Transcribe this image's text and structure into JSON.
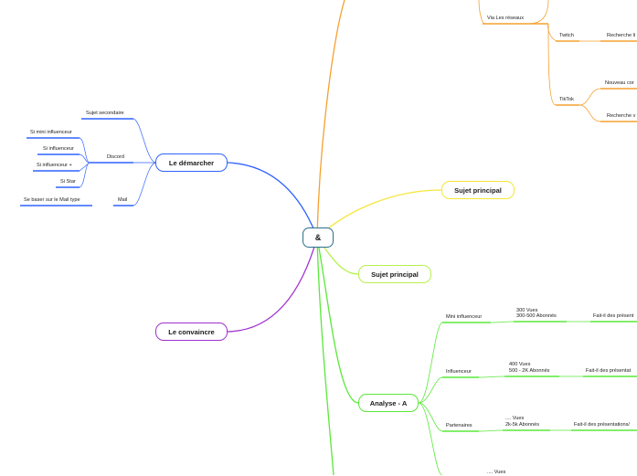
{
  "colors": {
    "blue": "#2f63ff",
    "purple": "#a030d0",
    "yellow": "#f5e63a",
    "yellowgreen": "#b8f050",
    "green": "#5ae83a",
    "orange": "#f5a030",
    "blue_line": "#2f63ff"
  },
  "center": {
    "label": "&"
  },
  "main_nodes": {
    "demarcher": "Le démarcher",
    "convaincre": "Le convaincre",
    "sujet1": "Sujet principal",
    "sujet2": "Sujet principal",
    "analyse": "Analyse - A"
  },
  "demarcher_branch": {
    "sujet_secondaire": "Sujet secondaire",
    "discord": "Discord",
    "mail": "Mail",
    "discord_items": [
      "Si mini influenceur",
      "Si influenceur",
      "Si influenceur +",
      "Si Star"
    ],
    "mail_item": "Se baser sur le Mail type"
  },
  "orange_branch": {
    "via_reseaux": "Via Les réseaux",
    "twitch": "Twitch",
    "twitch_child": "Recherche li",
    "tiktok": "TikTok",
    "tiktok_child1": "Nouveau cor",
    "tiktok_child2": "Recherche v"
  },
  "analyse_branch": [
    {
      "name": "Mini influenceur",
      "stats": [
        "300 Vues",
        "300-500 Abonnés"
      ],
      "detail": "Fait-il des présent"
    },
    {
      "name": "Influenceur",
      "stats": [
        "400 Vues",
        "500 - 2K Abonnés"
      ],
      "detail": "Fait-il des présentat"
    },
    {
      "name": "Partenaires",
      "stats": [
        ".... Vues",
        "2k-5k Abonnés"
      ],
      "detail": "Fait-il des présentations/"
    },
    {
      "name": "",
      "stats": [
        ".... Vues"
      ],
      "detail": ""
    }
  ]
}
